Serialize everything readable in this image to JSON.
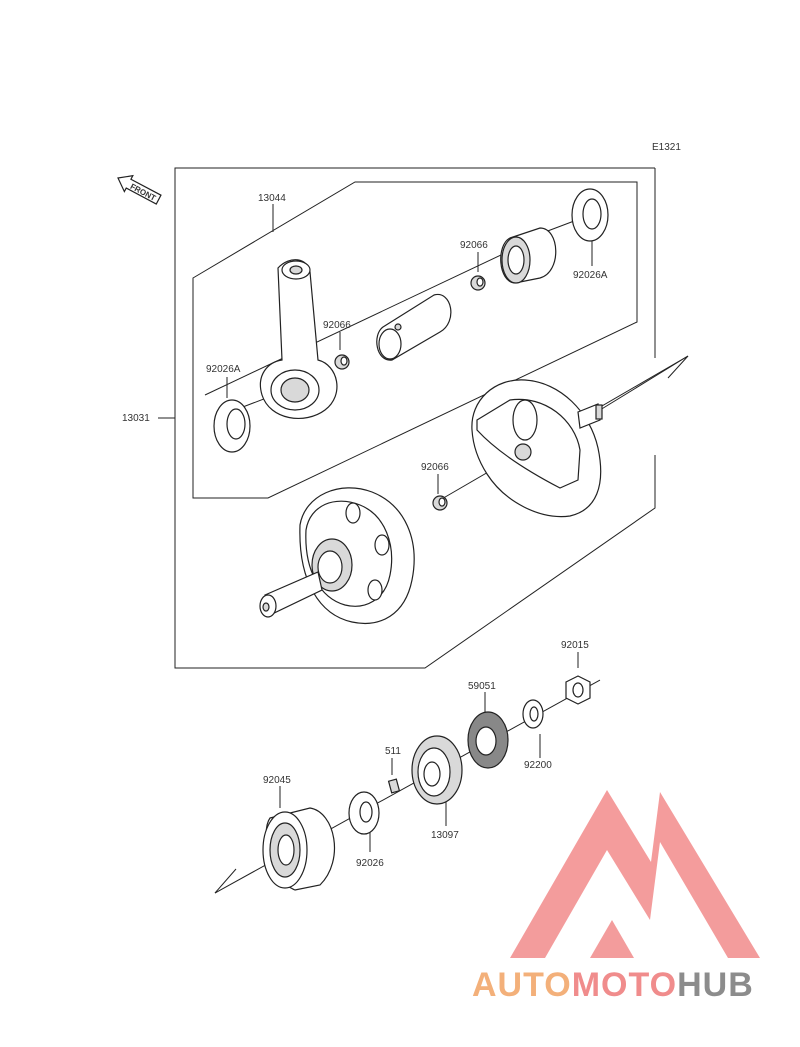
{
  "diagram": {
    "code": "E1321",
    "front_label": "FRONT",
    "parts": {
      "p13031": "13031",
      "p13044": "13044",
      "p92026a_top": "92026A",
      "p92026a_left": "92026A",
      "p92066_top": "92066",
      "p92066_mid": "92066",
      "p92066_low": "92066",
      "p92015": "92015",
      "p59051": "59051",
      "p92200": "92200",
      "p511": "511",
      "p92045": "92045",
      "p92026": "92026",
      "p13097": "13097"
    }
  },
  "watermark": {
    "brand_part1": "AUTO",
    "brand_part2": "MOTO",
    "brand_part3": "HUB",
    "colors": {
      "auto": "#f3b07a",
      "moto": "#f08c8c",
      "hub": "#8c8c8c",
      "logo": "#f28b8b"
    }
  }
}
